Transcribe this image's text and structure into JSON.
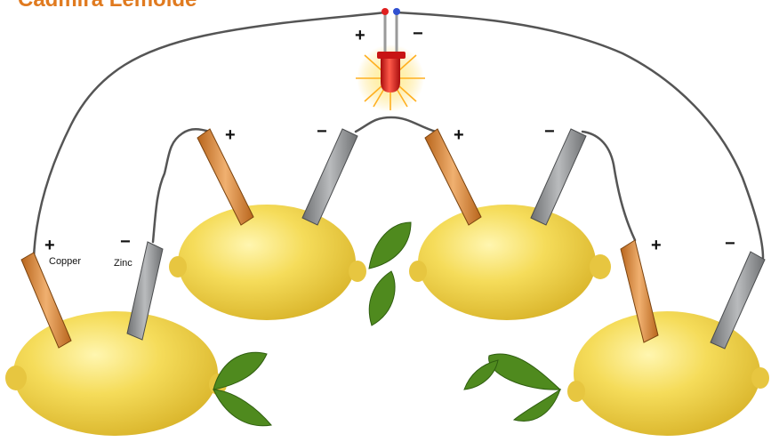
{
  "title": "Cadmira Lemolde",
  "led": {
    "plus": "+",
    "minus": "−"
  },
  "labels": {
    "copper": "Copper",
    "zinc": "Zinc"
  },
  "polarity": {
    "plus": "+",
    "minus": "−"
  },
  "colors": {
    "title": "#e07a1f",
    "lemon": "#f2d347",
    "copper": "#d98b3a",
    "zinc": "#8a8c8e",
    "wire": "#555555",
    "led": "#e8241c",
    "leaf": "#4f8a1e"
  },
  "icons": [
    "lemon-icon",
    "leaf-icon",
    "led-icon",
    "copper-electrode-icon",
    "zinc-electrode-icon"
  ]
}
